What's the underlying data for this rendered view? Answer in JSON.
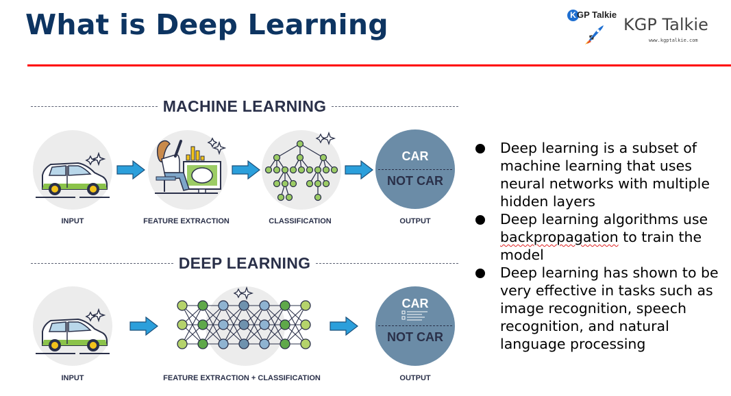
{
  "slide": {
    "title": "What is Deep Learning",
    "accent_color": "#ff0000",
    "title_color": "#0d3461"
  },
  "logo": {
    "mini_k": "K",
    "mini_text": "GP Talkie",
    "name": "KGP Talkie",
    "url": "www.kgptalkie.com",
    "icon": "rocket-icon"
  },
  "diagram": {
    "machine_learning": {
      "heading": "MACHINE LEARNING",
      "steps": [
        {
          "caption": "INPUT",
          "icon": "car-icon"
        },
        {
          "caption": "FEATURE EXTRACTION",
          "icon": "person-at-computer-icon"
        },
        {
          "caption": "CLASSIFICATION",
          "icon": "decision-tree-icon"
        },
        {
          "caption": "OUTPUT",
          "icon": "output-circle"
        }
      ],
      "output": {
        "positive": "CAR",
        "negative": "NOT CAR"
      }
    },
    "deep_learning": {
      "heading": "DEEP LEARNING",
      "steps": [
        {
          "caption": "INPUT",
          "icon": "car-icon"
        },
        {
          "caption": "FEATURE EXTRACTION + CLASSIFICATION",
          "icon": "neural-network-icon"
        },
        {
          "caption": "OUTPUT",
          "icon": "output-circle"
        }
      ],
      "output": {
        "positive": "CAR",
        "negative": "NOT CAR"
      }
    }
  },
  "bullets": [
    {
      "text": "Deep learning is a subset of machine learning that uses neural networks with multiple hidden layers"
    },
    {
      "pre": "Deep learning algorithms use ",
      "flagged": "backpropagation",
      "post": " to train the model"
    },
    {
      "text": "Deep learning has shown to be very effective in tasks such as image recognition, speech recognition, and natural language processing"
    }
  ]
}
